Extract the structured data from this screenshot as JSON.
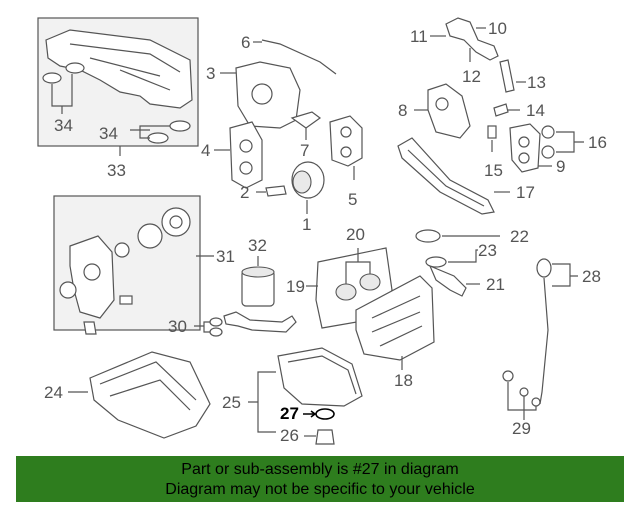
{
  "diagram": {
    "callouts": {
      "c1": "1",
      "c2": "2",
      "c3": "3",
      "c4": "4",
      "c5": "5",
      "c6": "6",
      "c7": "7",
      "c8": "8",
      "c9": "9",
      "c10": "10",
      "c11": "11",
      "c12": "12",
      "c13": "13",
      "c14": "14",
      "c15": "15",
      "c16": "16",
      "c17": "17",
      "c18": "18",
      "c19": "19",
      "c20": "20",
      "c21": "21",
      "c22": "22",
      "c23": "23",
      "c24": "24",
      "c25": "25",
      "c26": "26",
      "c27": "27",
      "c28": "28",
      "c29": "29",
      "c30": "30",
      "c31": "31",
      "c32": "32",
      "c33": "33",
      "c34a": "34",
      "c34b": "34"
    },
    "highlighted_part": "27",
    "highlight_color": "#000000",
    "line_color": "#555555"
  },
  "banner": {
    "line1": "Part or sub-assembly is #27 in diagram",
    "line2": "Diagram may not be specific to your vehicle",
    "background": "#2e7d1e"
  }
}
